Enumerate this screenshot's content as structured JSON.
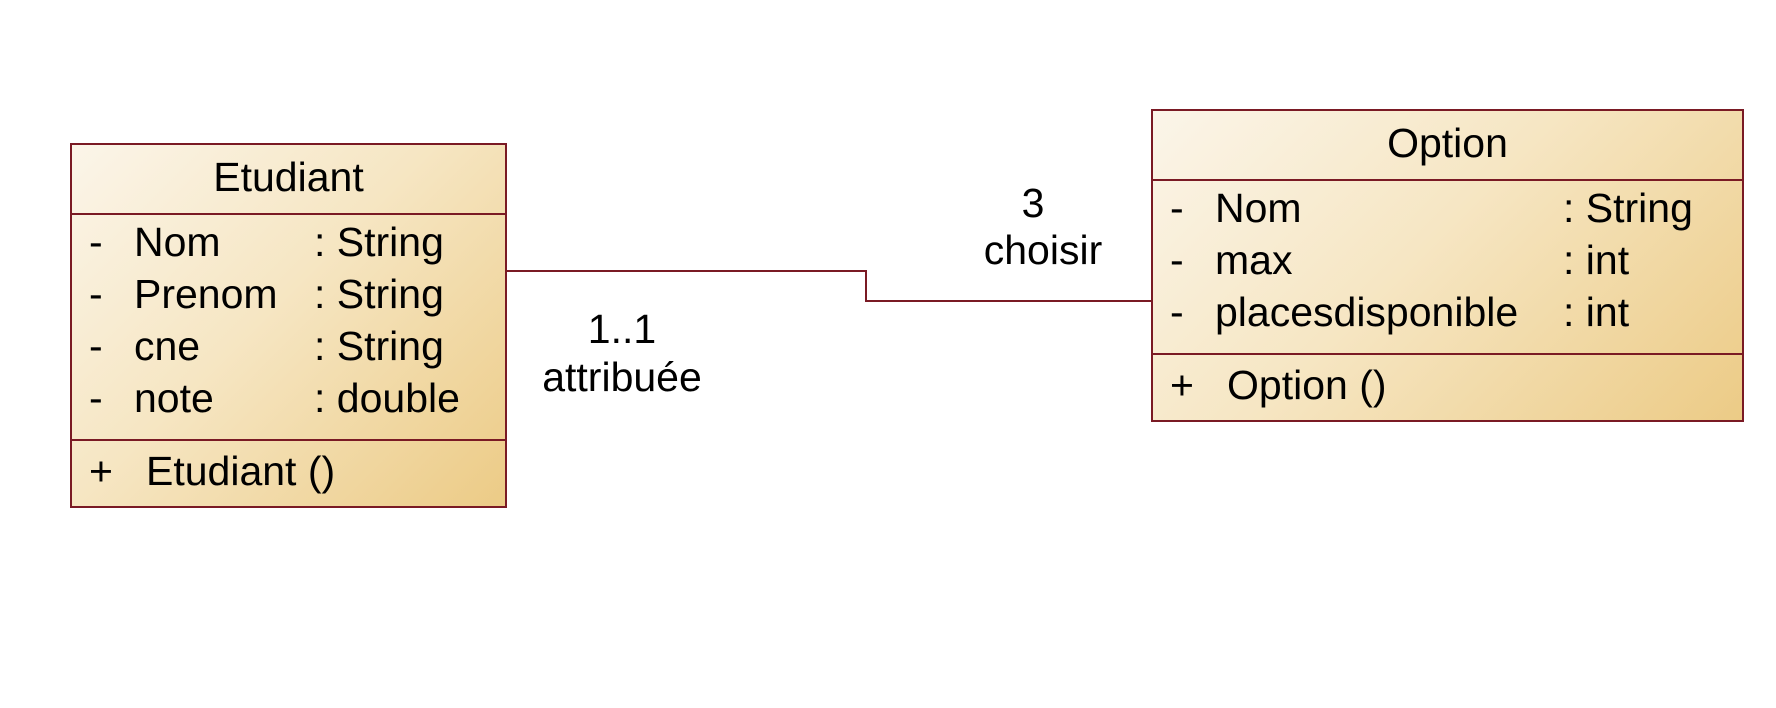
{
  "classes": {
    "etudiant": {
      "name": "Etudiant",
      "attributes": [
        {
          "visibility": "-",
          "name": "Nom",
          "type": ": String"
        },
        {
          "visibility": "-",
          "name": "Prenom",
          "type": ": String"
        },
        {
          "visibility": "-",
          "name": "cne",
          "type": ": String"
        },
        {
          "visibility": "-",
          "name": "note",
          "type": ": double"
        }
      ],
      "operations": [
        {
          "visibility": "+",
          "name": "Etudiant ()"
        }
      ]
    },
    "option": {
      "name": "Option",
      "attributes": [
        {
          "visibility": "-",
          "name": "Nom",
          "type": ": String"
        },
        {
          "visibility": "-",
          "name": "max",
          "type": ": int"
        },
        {
          "visibility": "-",
          "name": "placesdisponible",
          "type": ": int"
        }
      ],
      "operations": [
        {
          "visibility": "+",
          "name": "Option ()"
        }
      ]
    }
  },
  "association": {
    "etudiant_end": {
      "multiplicity": "1..1",
      "role": "attribuée"
    },
    "option_end": {
      "multiplicity": "3",
      "role": "choisir"
    }
  },
  "colors": {
    "border": "#7a1a24",
    "fill_light": "#fbf5e9",
    "fill_dark": "#eccb86"
  }
}
